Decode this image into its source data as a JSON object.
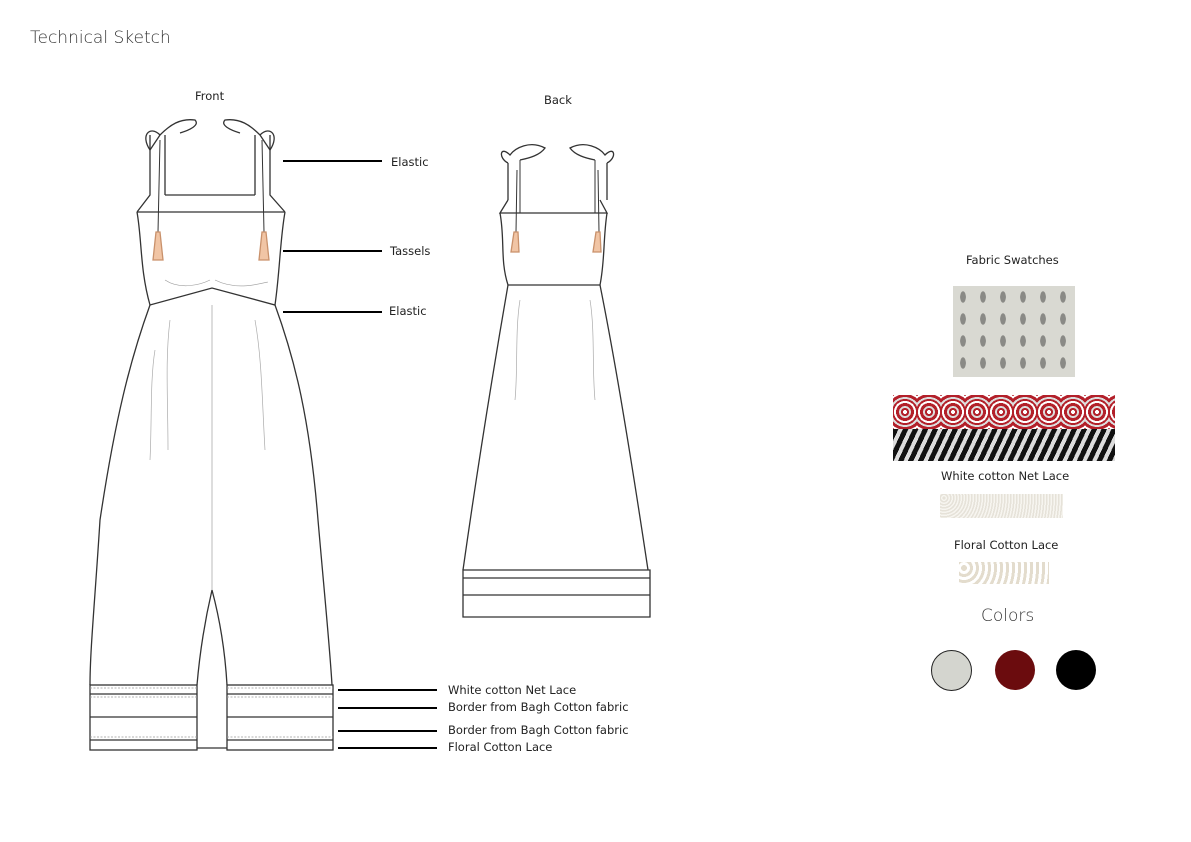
{
  "title": "Technical Sketch",
  "views": {
    "front": "Front",
    "back": "Back"
  },
  "callouts": [
    "Elastic",
    "Tassels",
    "Elastic",
    "White cotton Net Lace",
    "Border from Bagh Cotton fabric",
    "Border from Bagh Cotton fabric",
    "Floral Cotton Lace"
  ],
  "swatches": {
    "heading": "Fabric Swatches",
    "items": [
      "White cotton Net Lace",
      "Floral Cotton Lace"
    ]
  },
  "colors": {
    "heading": "Colors",
    "palette": [
      "#d4d5cf",
      "#6b0c0e",
      "#000000"
    ]
  }
}
